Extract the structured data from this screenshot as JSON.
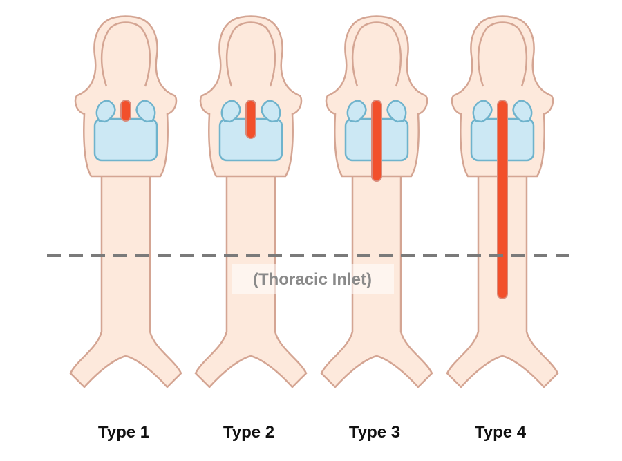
{
  "figure": {
    "reference_line_label": "(Thoracic Inlet)",
    "colors": {
      "tissue_fill": "#fde9dc",
      "tissue_outline": "#d4a593",
      "cartilage_fill": "#cce8f4",
      "cartilage_outline": "#6fb3cc",
      "cleft_fill": "#f2502b",
      "cleft_outline": "#d98a7a",
      "dashed_line": "#7a7a7a",
      "label_text": "#111111",
      "inlet_text": "#8a8a8a"
    },
    "panels": [
      {
        "label": "Type 1",
        "cleft_extent": "interarytenoid only"
      },
      {
        "label": "Type 2",
        "cleft_extent": "into cricoid cartilage"
      },
      {
        "label": "Type 3",
        "cleft_extent": "through cricoid into cervical trachea"
      },
      {
        "label": "Type 4",
        "cleft_extent": "into thoracic trachea below thoracic inlet"
      }
    ]
  }
}
